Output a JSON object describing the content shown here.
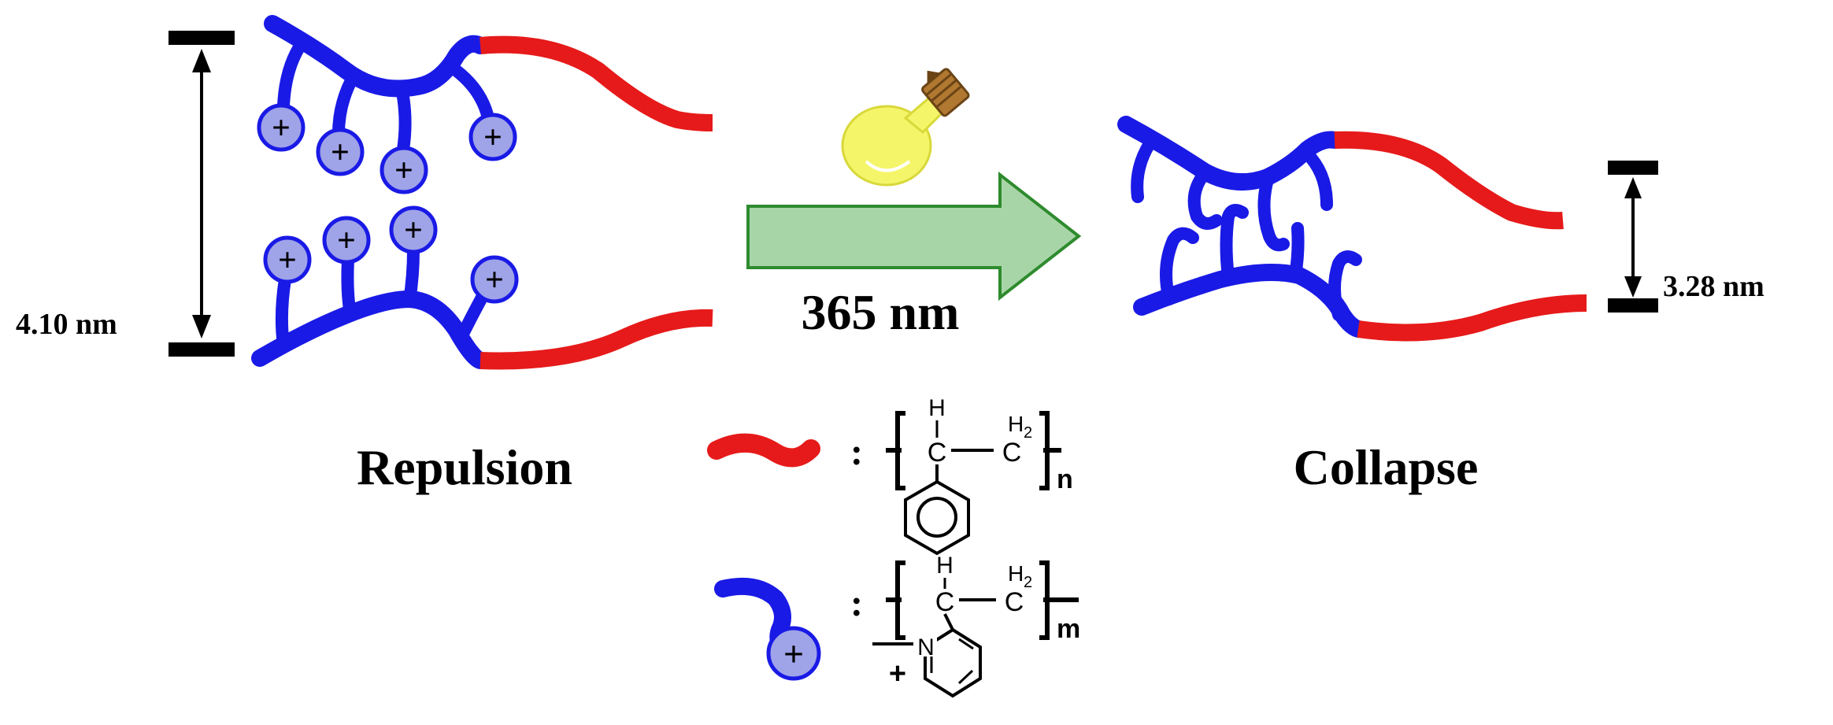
{
  "left_state": {
    "label": "Repulsion",
    "distance": "4.10 nm"
  },
  "right_state": {
    "label": "Collapse",
    "distance": "3.28 nm"
  },
  "stimulus": {
    "wavelength": "365 nm"
  },
  "legend": {
    "separator": ":",
    "polystyrene": {
      "ch": "H",
      "c": "C",
      "h2": "H",
      "h2_sub": "2",
      "c2": "C",
      "subscript": "n"
    },
    "pyridinium": {
      "ch": "H",
      "c": "C",
      "h2": "H",
      "h2_sub": "2",
      "c2": "C",
      "subscript": "m",
      "nitrogen": "N",
      "charge": "+"
    }
  },
  "charge_symbol": "+",
  "colors": {
    "charged_block": "#1a1ae6",
    "neutral_block": "#e61a1a",
    "charge_bead": "#9fa3e8",
    "arrow_fill": "#a8d5a8",
    "arrow_stroke": "#2e8b2e",
    "bulb": "#f5f56a"
  }
}
